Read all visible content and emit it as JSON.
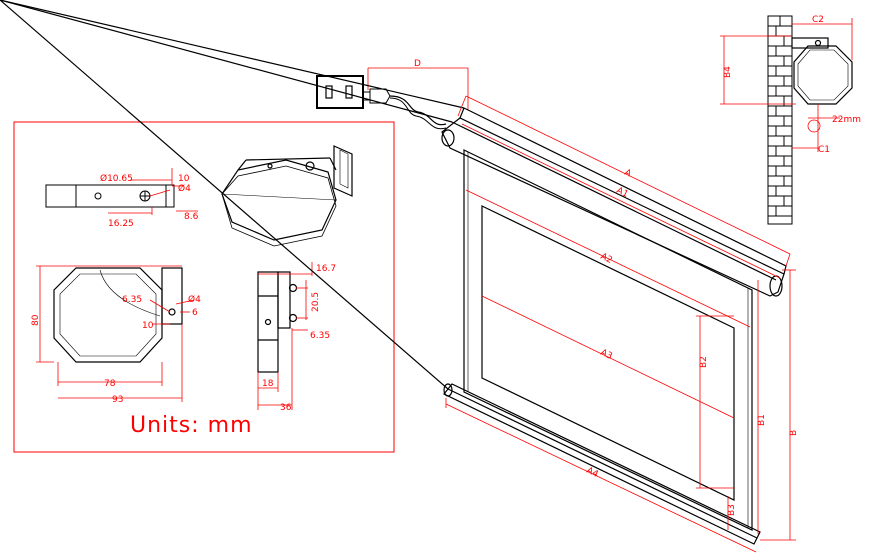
{
  "colors": {
    "outline": "#000000",
    "dimension": "#ff0000",
    "background": "#ffffff"
  },
  "screen": {
    "labels": {
      "A": "A",
      "A1": "A1",
      "A2": "A2",
      "A3": "A3",
      "A4": "A4",
      "B": "B",
      "B1": "B1",
      "B2": "B2",
      "B3": "B3",
      "D": "D"
    }
  },
  "wall_detail": {
    "labels": {
      "C2": "C2",
      "B4": "B4",
      "C1": "C1",
      "hole": "22mm"
    }
  },
  "bracket_panel": {
    "units_text": "Units: mm",
    "dims": {
      "dia_10_65": "Ø10.65",
      "l10": "10",
      "dia4_top": "Ø4",
      "d16_25": "16.25",
      "d8_6": "8.6",
      "d6_35_left": "6.35",
      "dia4_mid": "Ø4",
      "d10": "10",
      "d6": "6",
      "d80": "80",
      "d78": "78",
      "d93": "93",
      "d16_7": "16.7",
      "d20_5": "20.5",
      "d6_35_right": "6.35",
      "d18": "18",
      "d36": "36"
    }
  }
}
